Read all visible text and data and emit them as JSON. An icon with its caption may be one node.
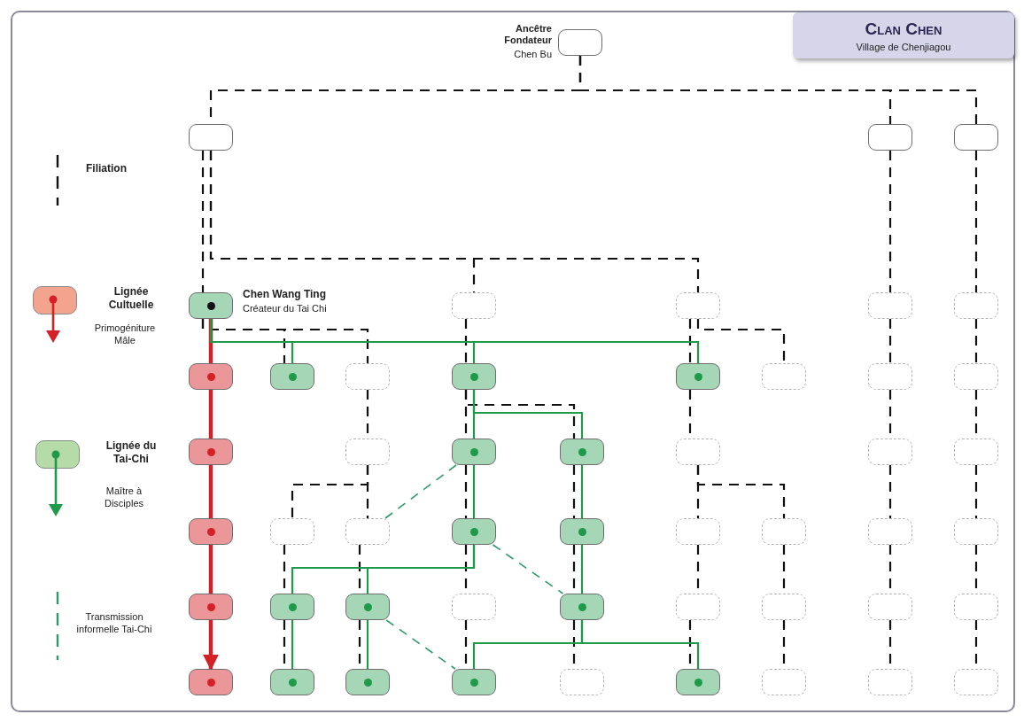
{
  "diagram": {
    "title": "Clan Chen",
    "nodes": [
      {
        "text": [
          "Ancêtre Fondateur",
          "Chen Bu"
        ]
      },
      {
        "text": [],
        "shape": "box"
      },
      {
        "text": [],
        "shape": "box"
      },
      {
        "text": [],
        "shape": "box"
      },
      {
        "text": [
          "Chen Wang Ting",
          "Créateur du Tai Chi"
        ]
      },
      {
        "text": [],
        "shape": "box"
      },
      {
        "text": [],
        "shape": "box"
      },
      {
        "text": [],
        "shape": "box"
      },
      {
        "text": [],
        "shape": "box"
      },
      {
        "text": [],
        "shape": "box"
      },
      {
        "text": [],
        "shape": "box"
      },
      {
        "text": [],
        "shape": "box"
      },
      {
        "text": [],
        "shape": "box"
      },
      {
        "text": [],
        "shape": "box"
      },
      {
        "text": [],
        "shape": "box"
      },
      {
        "text": [],
        "shape": "box"
      },
      {
        "text": [],
        "shape": "box"
      },
      {
        "text": [],
        "shape": "box"
      },
      {
        "text": [],
        "shape": "box"
      },
      {
        "text": [],
        "shape": "box"
      },
      {
        "text": [],
        "shape": "box"
      },
      {
        "text": [],
        "shape": "box"
      },
      {
        "text": [],
        "shape": "box"
      },
      {
        "text": [],
        "shape": "box"
      },
      {
        "text": [],
        "shape": "box"
      },
      {
        "text": [],
        "shape": "box"
      },
      {
        "text": [],
        "shape": "box"
      },
      {
        "text": [],
        "shape": "box"
      },
      {
        "text": [],
        "shape": "box"
      },
      {
        "text": [],
        "shape": "box"
      },
      {
        "text": [],
        "shape": "box"
      },
      {
        "text": [],
        "shape": "box"
      },
      {
        "text": [],
        "shape": "box"
      },
      {
        "text": [],
        "shape": "box"
      },
      {
        "text": [],
        "shape": "box"
      },
      {
        "text": [],
        "shape": "box"
      },
      {
        "text": [],
        "shape": "box"
      },
      {
        "text": [],
        "shape": "box"
      },
      {
        "text": [],
        "shape": "box"
      },
      {
        "text": [],
        "shape": "box"
      },
      {
        "text": [],
        "shape": "box"
      },
      {
        "text": [],
        "shape": "box"
      },
      {
        "text": [],
        "shape": "box"
      },
      {
        "text": [],
        "shape": "box"
      },
      {
        "text": [],
        "shape": "box"
      },
      {
        "text": [],
        "shape": "box"
      },
      {
        "text": [],
        "shape": "box"
      },
      {
        "text": [],
        "shape": "box"
      },
      {
        "text": [],
        "shape": "box"
      },
      {
        "text": [],
        "shape": "box"
      },
      {
        "text": [],
        "shape": "box"
      }
    ],
    "edges": [
      {
        "from": 0,
        "to": 1,
        "arrow": "none",
        "style": "dashed"
      },
      {
        "from": 0,
        "to": 2,
        "arrow": "none",
        "style": "dashed"
      },
      {
        "from": 0,
        "to": 3,
        "arrow": "none",
        "style": "dashed"
      },
      {
        "from": 1,
        "to": 4,
        "arrow": "none",
        "style": "dashed"
      },
      {
        "from": 1,
        "to": 5,
        "arrow": "none",
        "style": "dashed"
      },
      {
        "from": 1,
        "to": 6,
        "arrow": "none",
        "style": "dashed"
      },
      {
        "from": 2,
        "to": 7,
        "arrow": "none",
        "style": "dashed"
      },
      {
        "from": 3,
        "to": 8,
        "arrow": "none",
        "style": "dashed"
      },
      {
        "from": 4,
        "to": 10,
        "arrow": "none",
        "style": "dashed"
      },
      {
        "from": 4,
        "to": 11,
        "arrow": "none",
        "style": "dashed"
      },
      {
        "from": 5,
        "to": 12,
        "arrow": "none",
        "style": "dashed"
      },
      {
        "from": 6,
        "to": 13,
        "arrow": "none",
        "style": "dashed"
      },
      {
        "from": 6,
        "to": 14,
        "arrow": "none",
        "style": "dashed"
      },
      {
        "from": 7,
        "to": 15,
        "arrow": "none",
        "style": "dashed"
      },
      {
        "from": 8,
        "to": 16,
        "arrow": "none",
        "style": "dashed"
      },
      {
        "from": 11,
        "to": 18,
        "arrow": "none",
        "style": "dashed"
      },
      {
        "from": 12,
        "to": 19,
        "arrow": "none",
        "style": "dashed"
      },
      {
        "from": 12,
        "to": 20,
        "arrow": "none",
        "style": "dashed"
      },
      {
        "from": 13,
        "to": 21,
        "arrow": "none",
        "style": "dashed"
      },
      {
        "from": 15,
        "to": 22,
        "arrow": "none",
        "style": "dashed"
      },
      {
        "from": 16,
        "to": 23,
        "arrow": "none",
        "style": "dashed"
      },
      {
        "from": 18,
        "to": 25,
        "arrow": "none",
        "style": "dashed"
      },
      {
        "from": 18,
        "to": 26,
        "arrow": "none",
        "style": "dashed"
      },
      {
        "from": 19,
        "to": 27,
        "arrow": "none",
        "style": "dashed"
      },
      {
        "from": 20,
        "to": 28,
        "arrow": "none",
        "style": "dashed"
      },
      {
        "from": 21,
        "to": 29,
        "arrow": "none",
        "style": "dashed"
      },
      {
        "from": 21,
        "to": 30,
        "arrow": "none",
        "style": "dashed"
      },
      {
        "from": 22,
        "to": 31,
        "arrow": "none",
        "style": "dashed"
      },
      {
        "from": 23,
        "to": 32,
        "arrow": "none",
        "style": "dashed"
      },
      {
        "from": 25,
        "to": 34,
        "arrow": "none",
        "style": "dashed"
      },
      {
        "from": 26,
        "to": 35,
        "arrow": "none",
        "style": "dashed"
      },
      {
        "from": 27,
        "to": 36,
        "arrow": "none",
        "style": "dashed"
      },
      {
        "from": 28,
        "to": 37,
        "arrow": "none",
        "style": "dashed"
      },
      {
        "from": 29,
        "to": 38,
        "arrow": "none",
        "style": "dashed"
      },
      {
        "from": 30,
        "to": 39,
        "arrow": "none",
        "style": "dashed"
      },
      {
        "from": 31,
        "to": 40,
        "arrow": "none",
        "style": "dashed"
      },
      {
        "from": 32,
        "to": 41,
        "arrow": "none",
        "style": "dashed"
      },
      {
        "from": 34,
        "to": 43,
        "arrow": "none",
        "style": "dashed"
      },
      {
        "from": 35,
        "to": 44,
        "arrow": "none",
        "style": "dashed"
      },
      {
        "from": 36,
        "to": 45,
        "arrow": "none",
        "style": "dashed"
      },
      {
        "from": 37,
        "to": 46,
        "arrow": "none",
        "style": "dashed"
      },
      {
        "from": 38,
        "to": 47,
        "arrow": "none",
        "style": "dashed"
      },
      {
        "from": 39,
        "to": 48,
        "arrow": "none",
        "style": "dashed"
      },
      {
        "from": 40,
        "to": 49,
        "arrow": "none",
        "style": "dashed"
      },
      {
        "from": 41,
        "to": 50,
        "arrow": "none",
        "style": "dashed"
      },
      {
        "from": 4,
        "to": 9,
        "arrow": "none",
        "style": "thick",
        "color": "#d42027"
      },
      {
        "from": 9,
        "to": 17,
        "arrow": "none",
        "style": "thick",
        "color": "#d42027"
      },
      {
        "from": 17,
        "to": 24,
        "arrow": "none",
        "style": "thick",
        "color": "#d42027"
      },
      {
        "from": 24,
        "to": 33,
        "arrow": "none",
        "style": "thick",
        "color": "#d42027"
      },
      {
        "from": 33,
        "to": 42,
        "arrow": "to",
        "style": "thick",
        "color": "#d42027"
      },
      {
        "from": 4,
        "to": 10,
        "arrow": "none",
        "color": "#1f9a4b"
      },
      {
        "from": 4,
        "to": 12,
        "arrow": "none",
        "color": "#1f9a4b"
      },
      {
        "from": 4,
        "to": 13,
        "arrow": "none",
        "color": "#1f9a4b"
      },
      {
        "from": 12,
        "to": 19,
        "arrow": "none",
        "color": "#1f9a4b"
      },
      {
        "from": 19,
        "to": 27,
        "arrow": "none",
        "color": "#1f9a4b"
      },
      {
        "from": 12,
        "to": 20,
        "arrow": "none",
        "color": "#1f9a4b"
      },
      {
        "from": 20,
        "to": 28,
        "arrow": "none",
        "color": "#1f9a4b"
      },
      {
        "from": 28,
        "to": 37,
        "arrow": "none",
        "color": "#1f9a4b"
      },
      {
        "from": 27,
        "to": 34,
        "arrow": "none",
        "color": "#1f9a4b"
      },
      {
        "from": 27,
        "to": 35,
        "arrow": "none",
        "color": "#1f9a4b"
      },
      {
        "from": 34,
        "to": 43,
        "arrow": "none",
        "color": "#1f9a4b"
      },
      {
        "from": 35,
        "to": 44,
        "arrow": "none",
        "color": "#1f9a4b"
      },
      {
        "from": 37,
        "to": 45,
        "arrow": "none",
        "color": "#1f9a4b"
      },
      {
        "from": 37,
        "to": 47,
        "arrow": "none",
        "color": "#1f9a4b"
      },
      {
        "from": 19,
        "to": 26,
        "arrow": "none",
        "style": "dashed",
        "color": "#2e9a6a"
      },
      {
        "from": 27,
        "to": 37,
        "arrow": "none",
        "style": "dashed",
        "color": "#2e9a6a"
      },
      {
        "from": 35,
        "to": 45,
        "arrow": "none",
        "style": "dashed",
        "color": "#2e9a6a"
      }
    ],
    "labels": [
      "Village de Chenjiagou",
      "Primogéniture Mâle",
      "Maître à Disciples"
    ],
    "legend": [
      {
        "text": "Filiation"
      },
      {
        "text": "Lignée Cultuelle",
        "color": "#f2a48f"
      },
      {
        "text": "Lignée du Tai-Chi",
        "color": "#b5dba8"
      },
      {
        "text": "Transmission informelle Tai-Chi"
      }
    ]
  }
}
